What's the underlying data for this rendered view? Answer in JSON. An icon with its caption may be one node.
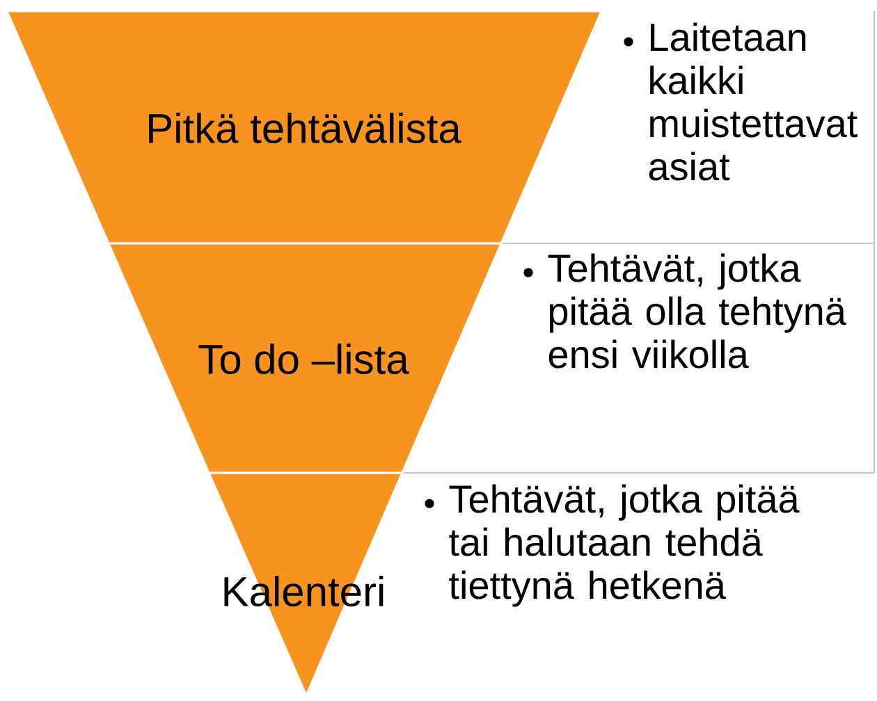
{
  "diagram": {
    "nodes": [
      {
        "text": [
          "Pitkä tehtävälista"
        ]
      },
      {
        "text": [
          "To do –lista"
        ]
      },
      {
        "text": [
          "Kalenteri"
        ]
      }
    ],
    "labels": [
      "Laitetaan kaikki muistettavat asiat",
      "Tehtävät, jotka pitää olla tehtynä ensi viikolla",
      "Tehtävät, jotka pitää tai halutaan tehdä tiettynä hetkenä"
    ]
  }
}
